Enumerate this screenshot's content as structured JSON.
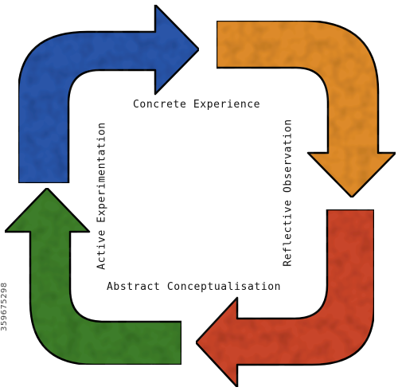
{
  "stages": {
    "top": "Concrete Experience",
    "right": "Reflective Observation",
    "bottom": "Abstract Conceptualisation",
    "left": "Active Experimentation"
  },
  "stock_id": "359675298",
  "colors": {
    "blue": "#2a55a8",
    "orange": "#dd8a2c",
    "red": "#c8442a",
    "green": "#3d7d2c",
    "outline": "#111111"
  }
}
